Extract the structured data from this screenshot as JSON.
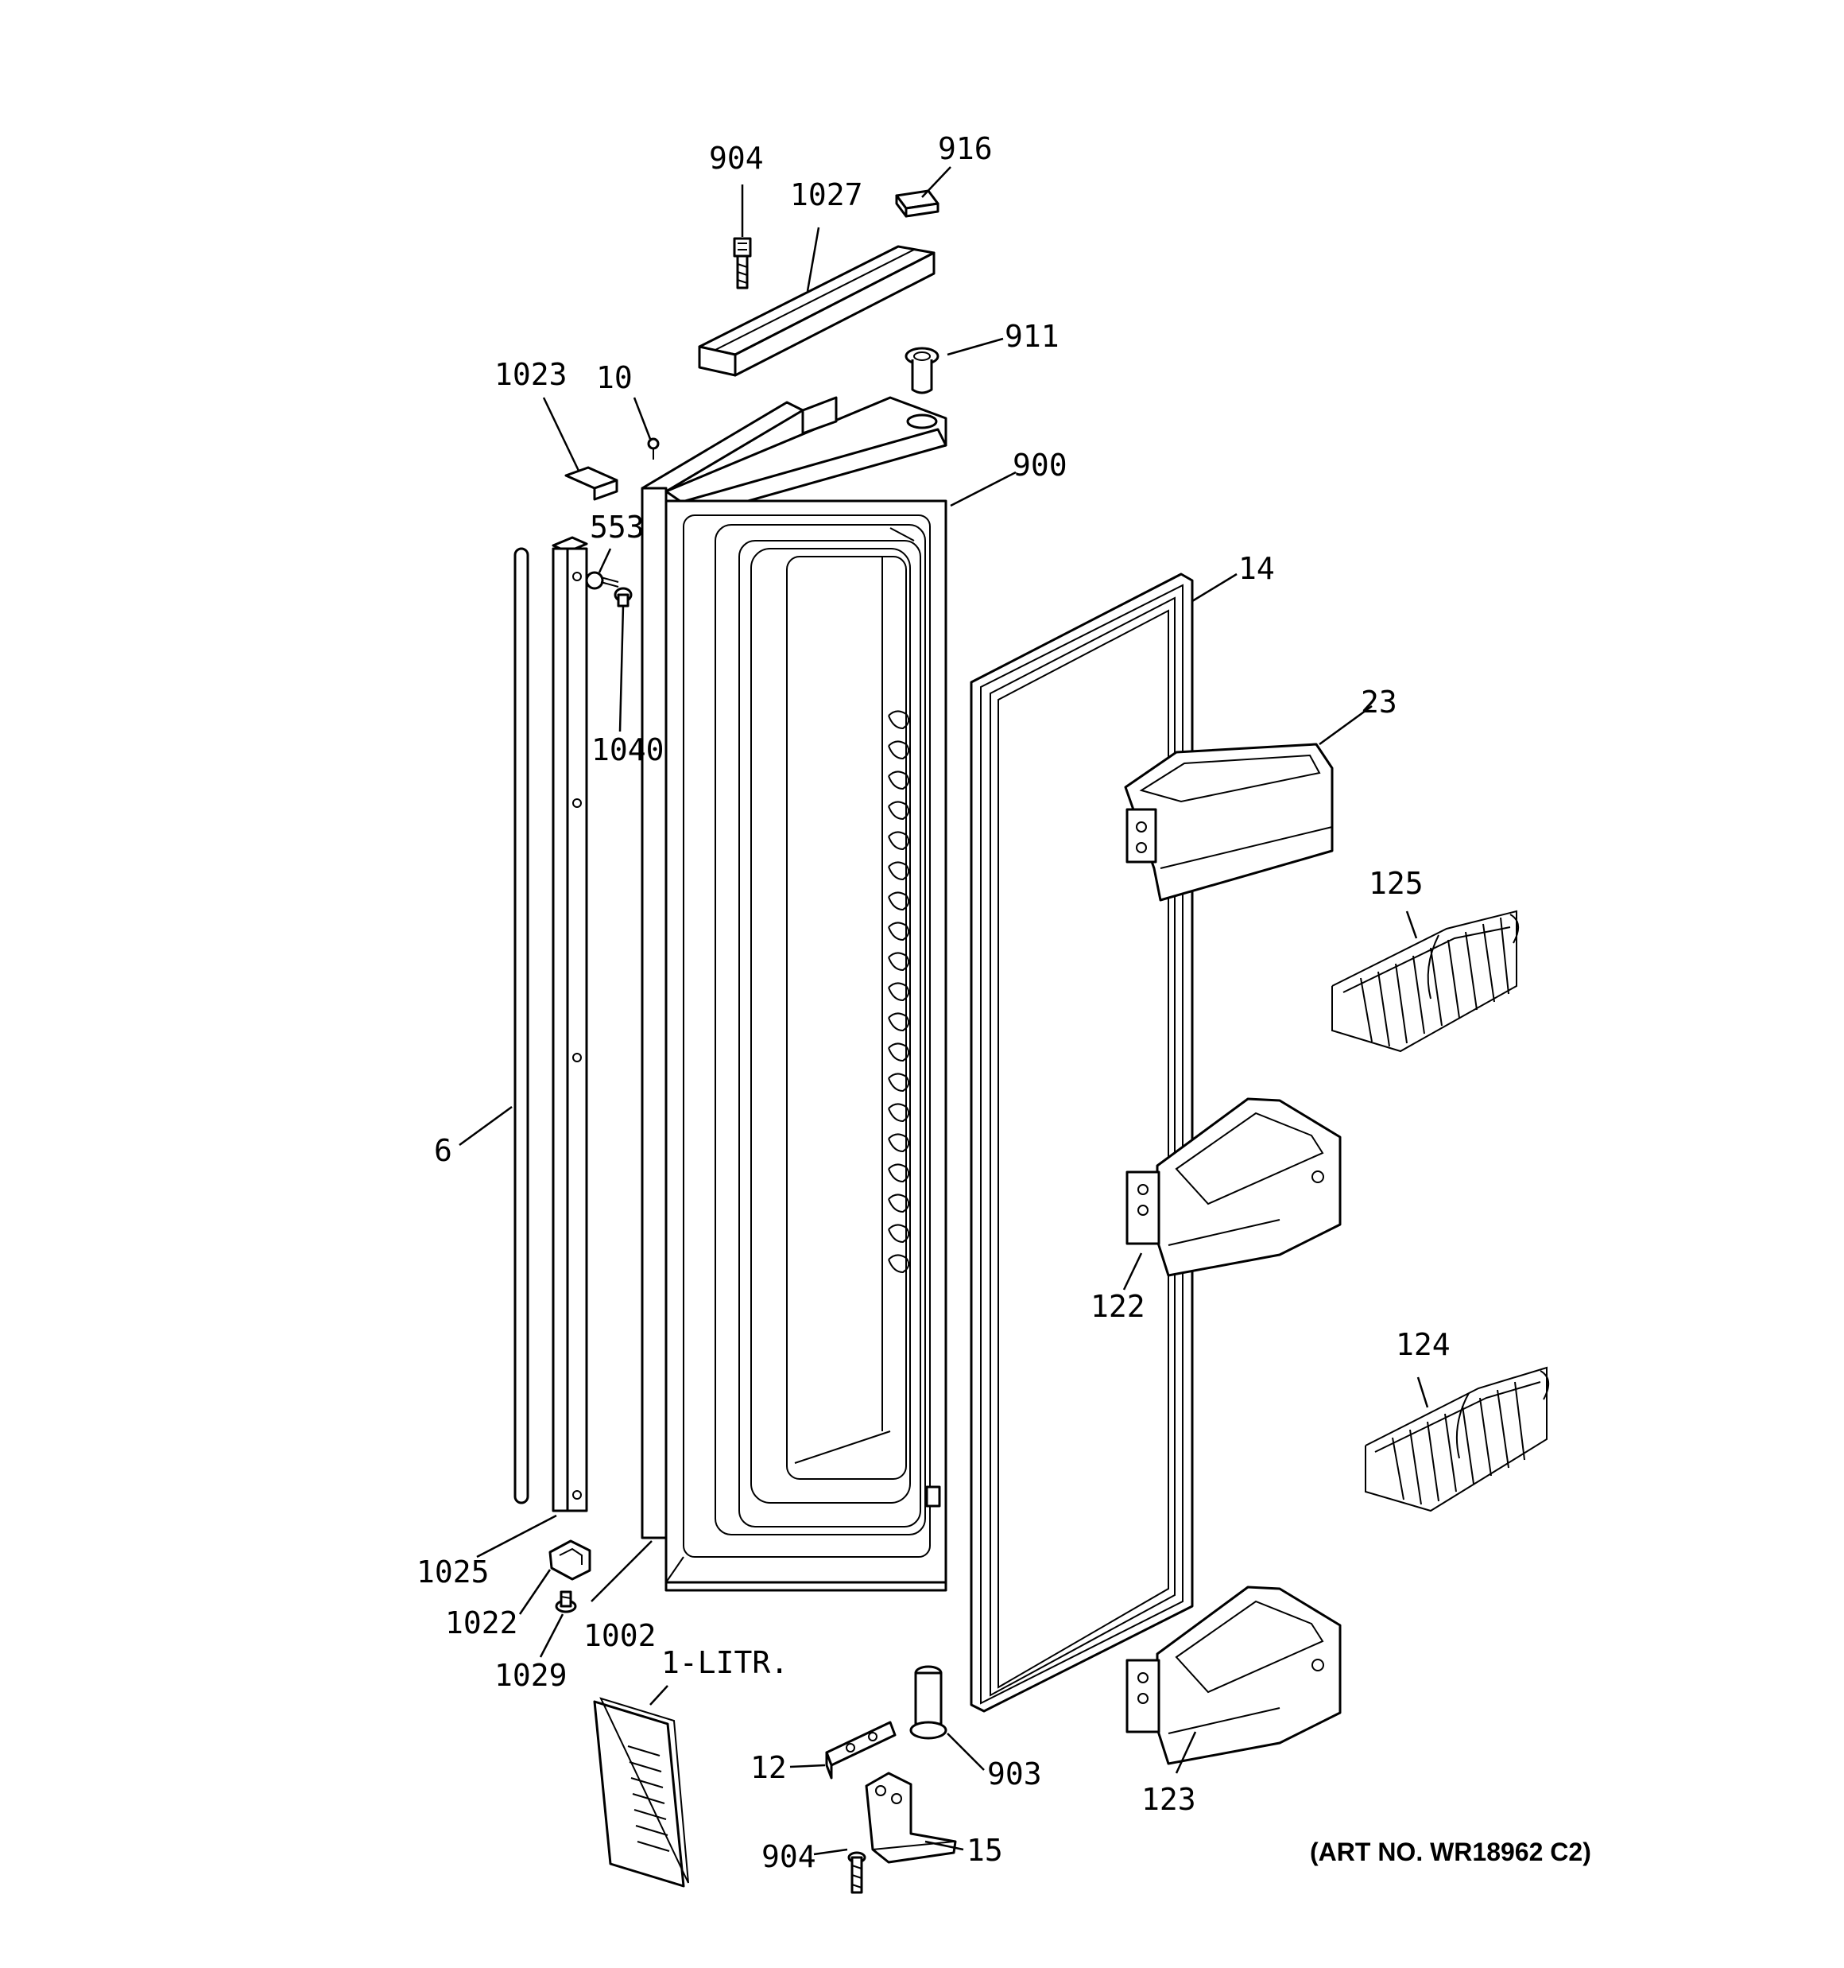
{
  "labels": {
    "p904_top": "904",
    "p916": "916",
    "p1027": "1027",
    "p911": "911",
    "p1023": "1023",
    "p10": "10",
    "p900": "900",
    "p553": "553",
    "p14": "14",
    "p1040": "1040",
    "p23": "23",
    "p125": "125",
    "p6": "6",
    "p122": "122",
    "p124": "124",
    "p1025": "1025",
    "p1022": "1022",
    "p1002": "1002",
    "p1029": "1029",
    "p1litr": "1-LITR.",
    "p12": "12",
    "p903": "903",
    "p123": "123",
    "p904_bottom": "904",
    "p15": "15"
  },
  "art_number": "(ART NO. WR18962 C2)"
}
